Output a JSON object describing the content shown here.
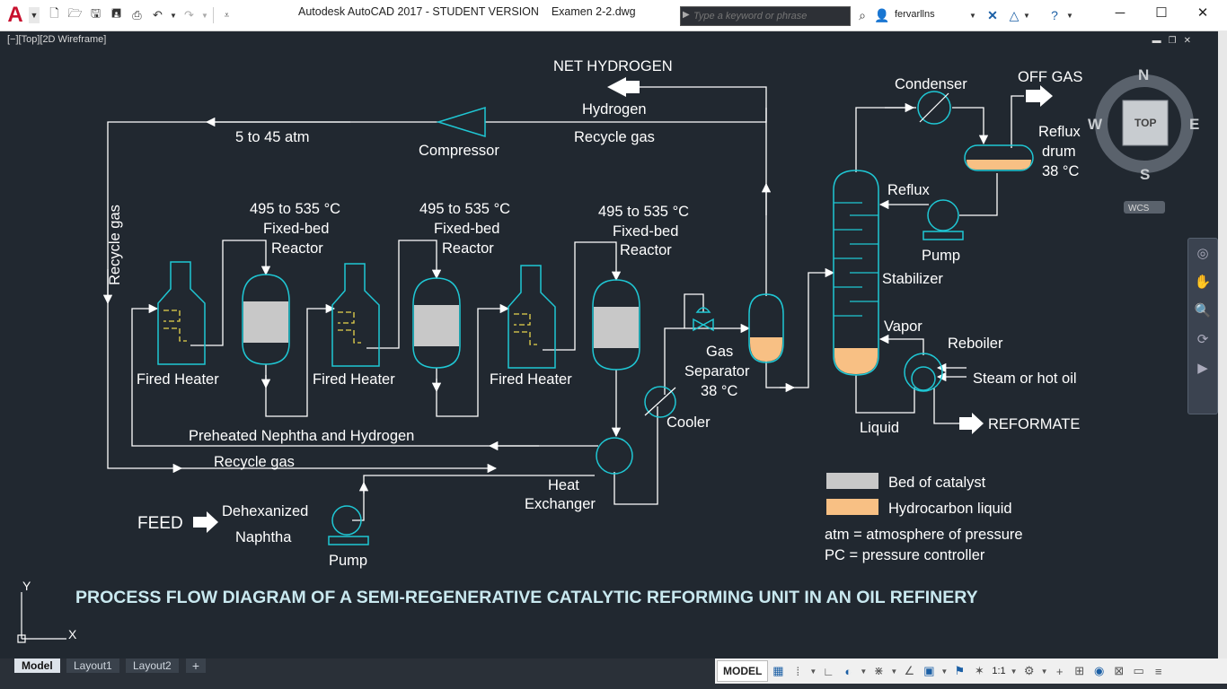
{
  "window": {
    "title": "Autodesk AutoCAD 2017 - STUDENT VERSION    Examen 2-2.dwg",
    "logo_letter": "A",
    "user": "fervarllns",
    "search_placeholder": "Type a keyword or phrase",
    "controls": [
      "minimize-icon",
      "maximize-icon",
      "close-icon"
    ]
  },
  "viewport": {
    "label": "[−][Top][2D Wireframe]"
  },
  "viewcube": {
    "top": "TOP",
    "north": "N",
    "south": "S",
    "east": "E",
    "west": "W",
    "wcs": "WCS"
  },
  "ucs": {
    "x": "X",
    "y": "Y"
  },
  "drawing": {
    "title": "PROCESS FLOW DIAGRAM OF A SEMI-REGENERATIVE CATALYTIC REFORMING UNIT IN AN OIL REFINERY",
    "labels": {
      "net_hydrogen": "NET HYDROGEN",
      "hydrogen": "Hydrogen",
      "recycle_gas_top": "Recycle gas",
      "pressure": "5 to 45 atm",
      "compressor": "Compressor",
      "recycle_gas_vertical": "Recycle gas",
      "reactor_temp": "495 to 535 °C",
      "reactor_type": "Fixed-bed",
      "reactor": "Reactor",
      "fired_heater": "Fired Heater",
      "preheated": "Preheated Nephtha and Hydrogen",
      "recycle_gas_bottom": "Recycle gas",
      "heat_exchanger_1": "Heat",
      "heat_exchanger_2": "Exchanger",
      "feed": "FEED",
      "dehexanized": "Dehexanized",
      "naphtha": "Naphtha",
      "pump": "Pump",
      "cooler": "Cooler",
      "gas_sep_1": "Gas",
      "gas_sep_2": "Separator",
      "gas_sep_3": "38 °C",
      "condenser": "Condenser",
      "off_gas": "OFF GAS",
      "reflux_drum_1": "Reflux",
      "reflux_drum_2": "drum",
      "reflux_drum_3": "38 °C",
      "reflux": "Reflux",
      "pump_top": "Pump",
      "stabilizer": "Stabilizer",
      "vapor": "Vapor",
      "reboiler": "Reboiler",
      "steam": "Steam or hot oil",
      "liquid": "Liquid",
      "reformate": "REFORMATE"
    },
    "legend": {
      "catalyst": "Bed of catalyst",
      "hydrocarbon": "Hydrocarbon liquid",
      "atm_note": "atm = atmosphere of pressure",
      "pc_note": "PC = pressure controller"
    },
    "colors": {
      "equipment": "#1fc7d4",
      "lines": "#ffffff",
      "catalyst": "#c8c8c8",
      "hydrocarbon": "#f8c084",
      "heater_flame": "#e8d44d",
      "background": "#212830"
    }
  },
  "layout_tabs": [
    "Model",
    "Layout1",
    "Layout2"
  ],
  "status": {
    "model": "MODEL",
    "scale": "1:1"
  }
}
